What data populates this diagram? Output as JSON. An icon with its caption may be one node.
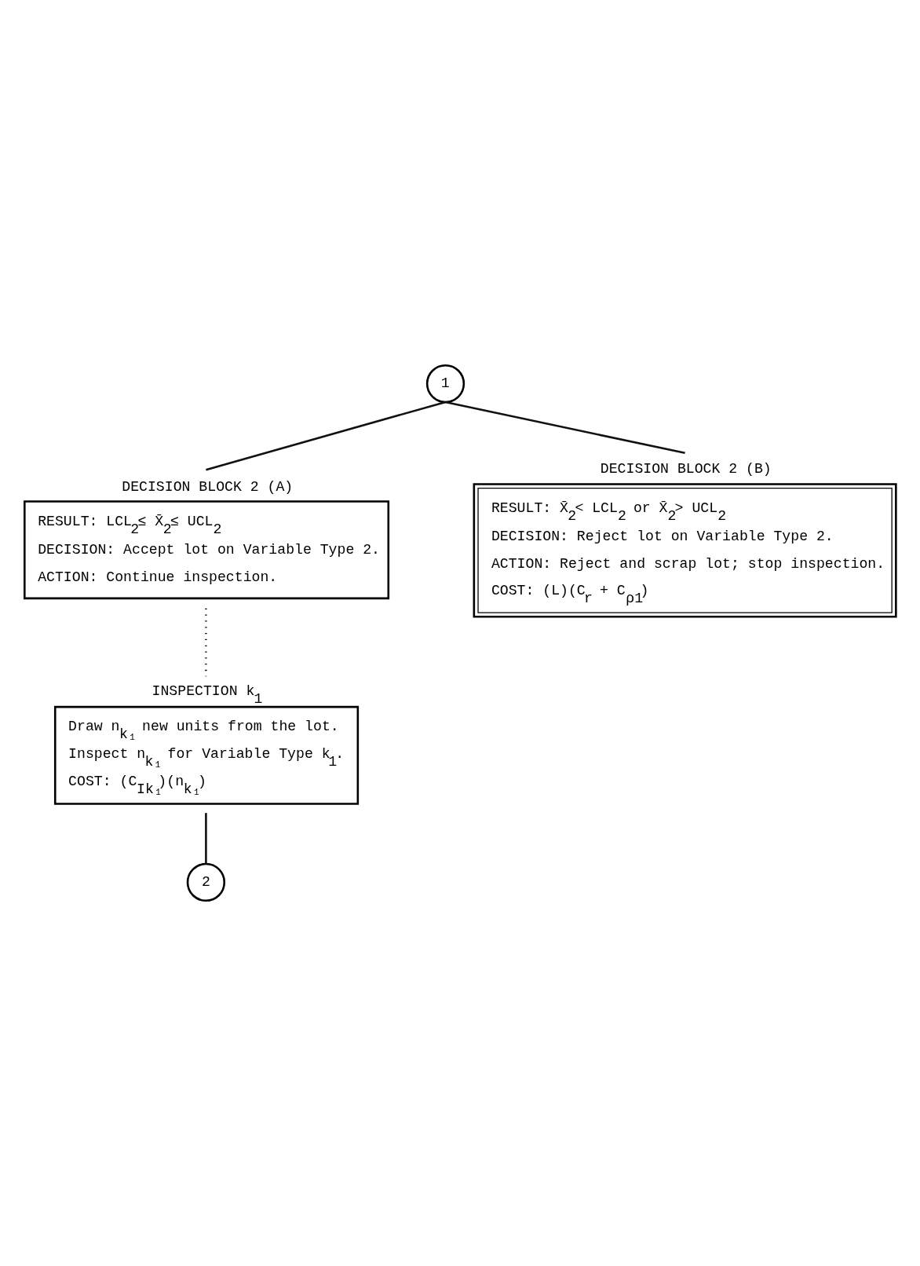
{
  "diagram": {
    "nodes": [
      {
        "text": [
          "1"
        ]
      },
      {
        "text": [
          "DECISION BLOCK 2 (A)",
          "RESULT: LCL$_{2}$≤ X̄$_{2}$≤ UCL$_{2}$",
          "DECISION: Accept lot on Variable Type 2.",
          "ACTION: Continue inspection."
        ]
      },
      {
        "text": [
          "DECISION BLOCK 2 (B)",
          "RESULT: X̄$_{2}$< LCL$_{2}$ or X̄$_{2}$> UCL$_{2}$",
          "DECISION: Reject lot on Variable Type 2.",
          "ACTION: Reject and scrap lot; stop inspection.",
          "COST: (L)(C$_{r}$ + C$_{ρ1}$)"
        ]
      },
      {
        "text": [
          "INSPECTION k$_{1}$",
          "Draw n$_{k₁}$ new units from the lot.",
          "Inspect n$_{k₁}$ for Variable Type k$_{1}$.",
          "COST: (C$_{Ik₁}$)(n$_{k₁}$)"
        ]
      },
      {
        "text": [
          "2"
        ]
      }
    ],
    "edges": [
      {
        "from": 0,
        "to": 1,
        "arrow": "none"
      },
      {
        "from": 0,
        "to": 2,
        "arrow": "none"
      },
      {
        "from": 1,
        "to": 3,
        "arrow": "none",
        "style": "dashed"
      },
      {
        "from": 3,
        "to": 4,
        "arrow": "none"
      }
    ]
  }
}
